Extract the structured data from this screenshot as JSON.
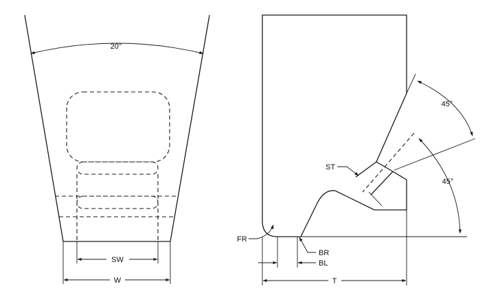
{
  "colors": {
    "line": "#1a1a1a",
    "background": "#ffffff"
  },
  "labels": {
    "angle_top": "20°",
    "sw": "SW",
    "w": "W",
    "st": "ST",
    "fr": "FR",
    "br": "BR",
    "bl": "BL",
    "t": "T",
    "angle_upper": "45°",
    "angle_lower": "45°"
  }
}
